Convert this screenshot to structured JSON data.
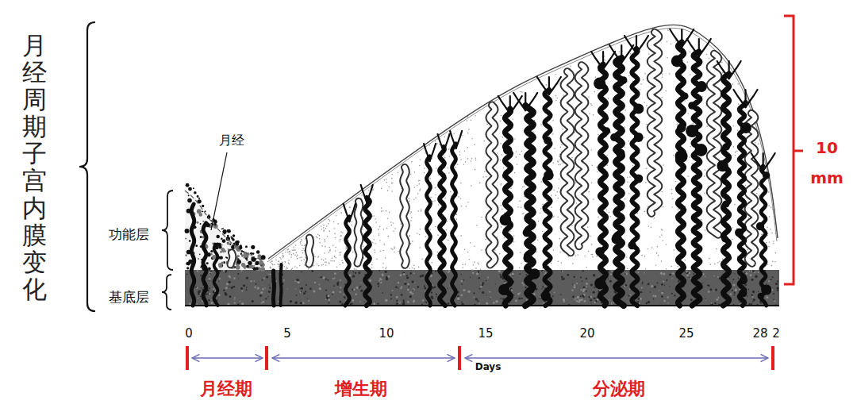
{
  "diagram": {
    "title": "月经周期子宫内膜变化",
    "labels": [
      "月经",
      "功能层",
      "基底层",
      "0",
      "5",
      "10",
      "15",
      "20",
      "25",
      "28",
      "2",
      "Days",
      "10 mm",
      "月经期",
      "增生期",
      "分泌期"
    ]
  }
}
